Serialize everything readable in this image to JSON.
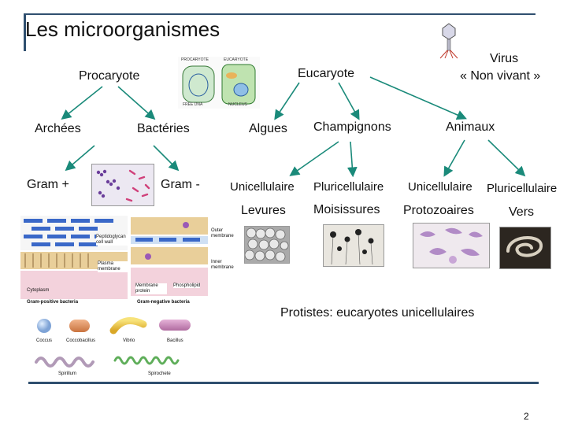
{
  "title": "Les microorganismes",
  "labels": {
    "procaryote": "Procaryote",
    "eucaryote": "Eucaryote",
    "virus_line1": "Virus",
    "virus_line2": "« Non vivant »",
    "archees": "Archées",
    "bacteries": "Bactéries",
    "algues": "Algues",
    "champignons": "Champignons",
    "animaux": "Animaux",
    "gram_plus": "Gram +",
    "gram_minus": "Gram -",
    "unicell_1": "Unicellulaire",
    "pluricell_1": "Pluricellulaire",
    "unicell_2": "Unicellulaire",
    "pluricell_2": "Pluricellulaire",
    "levures": "Levures",
    "moisissures": "Moisissures",
    "protozoaires": "Protozoaires",
    "vers": "Vers",
    "protistes": "Protistes: eucaryotes unicellulaires"
  },
  "cell_diagram": {
    "procaryote_label": "PROCARYOTE",
    "eucaryote_label": "EUCARYOTE",
    "free_dna": "FREE DNA",
    "nucleus": "NUCLEUS"
  },
  "wall_diagram": {
    "peptidoglycan": "Peptidoglycan cell wall",
    "plasma": "Plasma membrane",
    "cytoplasm": "Cytoplasm",
    "gram_pos": "Gram-positive bacteria",
    "outer": "Outer membrane",
    "inner": "Inner membrane",
    "membrane_protein": "Membrane protein",
    "phospholipid": "Phospholipid",
    "gram_neg": "Gram-negative bacteria"
  },
  "shapes": {
    "coccus": "Coccus",
    "coccobacillus": "Coccobacillus",
    "vibrio": "Vibrio",
    "bacillus": "Bacillus",
    "spirillum": "Spirillum",
    "spirochete": "Spirochete"
  },
  "page_number": "2"
}
